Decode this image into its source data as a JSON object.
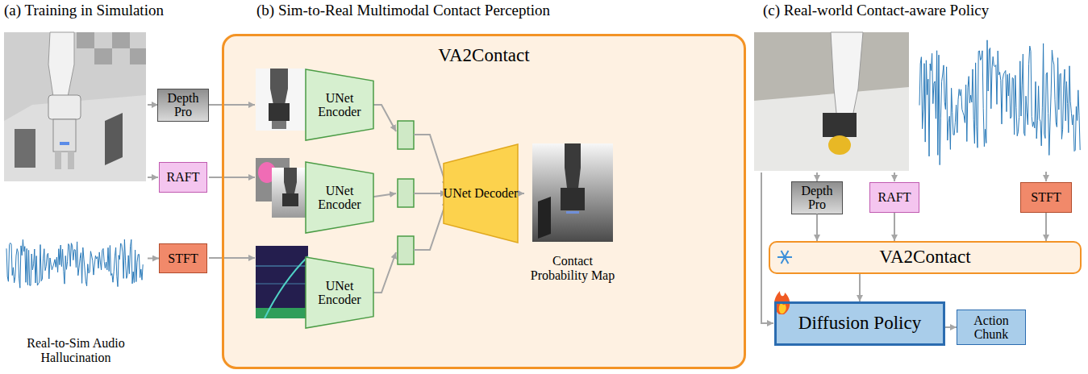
{
  "diagram": {
    "nodes": [
      {
        "text": [
          "Depth Pro"
        ]
      },
      {
        "text": [
          "RAFT"
        ]
      },
      {
        "text": [
          "Real-to-Sim Audio Hallucination"
        ]
      },
      {
        "text": [
          "STFT"
        ]
      },
      {
        "text": [
          "VA2Contact"
        ]
      },
      {
        "text": [
          "UNet Encoder"
        ],
        "in": 4
      },
      {
        "text": [
          "UNet Encoder"
        ],
        "in": 4
      },
      {
        "text": [
          "UNet Encoder"
        ],
        "in": 4
      },
      {
        "text": [
          "UNet Decoder"
        ],
        "in": 4
      },
      {
        "text": [
          "Contact Probability Map"
        ],
        "in": 4
      },
      {
        "text": [
          "Depth Pro"
        ]
      },
      {
        "text": [
          "RAFT"
        ]
      },
      {
        "text": [
          "STFT"
        ]
      },
      {
        "text": [
          "VA2Contact"
        ]
      },
      {
        "text": [
          "Diffusion Policy"
        ]
      },
      {
        "text": [
          "Action Chunk"
        ]
      }
    ],
    "edges": [
      {
        "from": 2,
        "to": 3,
        "arrow": "to"
      },
      {
        "from": 8,
        "to": 9,
        "arrow": "to"
      },
      {
        "from": 10,
        "to": 13,
        "arrow": "to"
      },
      {
        "from": 11,
        "to": 13,
        "arrow": "to"
      },
      {
        "from": 12,
        "to": 13,
        "arrow": "to"
      },
      {
        "from": 13,
        "to": 14,
        "arrow": "to"
      },
      {
        "from": 14,
        "to": 15,
        "arrow": "to"
      }
    ],
    "labels": [
      "(a) Training in Simulation",
      "(b) Sim-to-Real Multimodal Contact Perception",
      "(c) Real-world Contact-aware Policy"
    ]
  }
}
